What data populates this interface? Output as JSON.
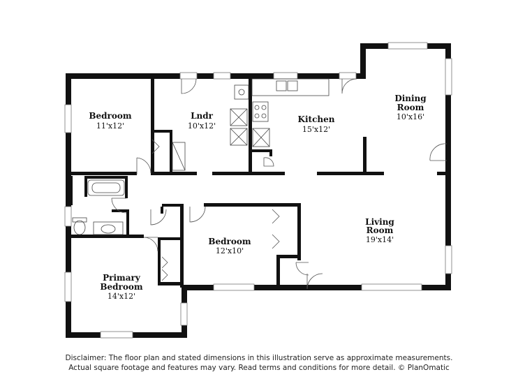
{
  "rooms": {
    "bedroom_1": {
      "name": "Bedroom",
      "dims": "11'x12'"
    },
    "laundry": {
      "name": "Lndr",
      "dims": "10'x12'"
    },
    "kitchen": {
      "name": "Kitchen",
      "dims": "15'x12'"
    },
    "dining": {
      "name_line1": "Dining",
      "name_line2": "Room",
      "dims": "10'x16'"
    },
    "bedroom_2": {
      "name": "Bedroom",
      "dims": "12'x10'"
    },
    "living": {
      "name_line1": "Living",
      "name_line2": "Room",
      "dims": "19'x14'"
    },
    "primary": {
      "name_line1": "Primary",
      "name_line2": "Bedroom",
      "dims": "14'x12'"
    }
  },
  "disclaimer": {
    "line1": "Disclaimer: The floor plan and stated dimensions in this illustration serve as approximate measurements.",
    "line2": "Actual square footage and features may vary. Read terms and conditions for more detail. © PlanOmatic"
  },
  "colors": {
    "wall": "#111111",
    "window": "#ffffff",
    "background": "#ffffff"
  }
}
